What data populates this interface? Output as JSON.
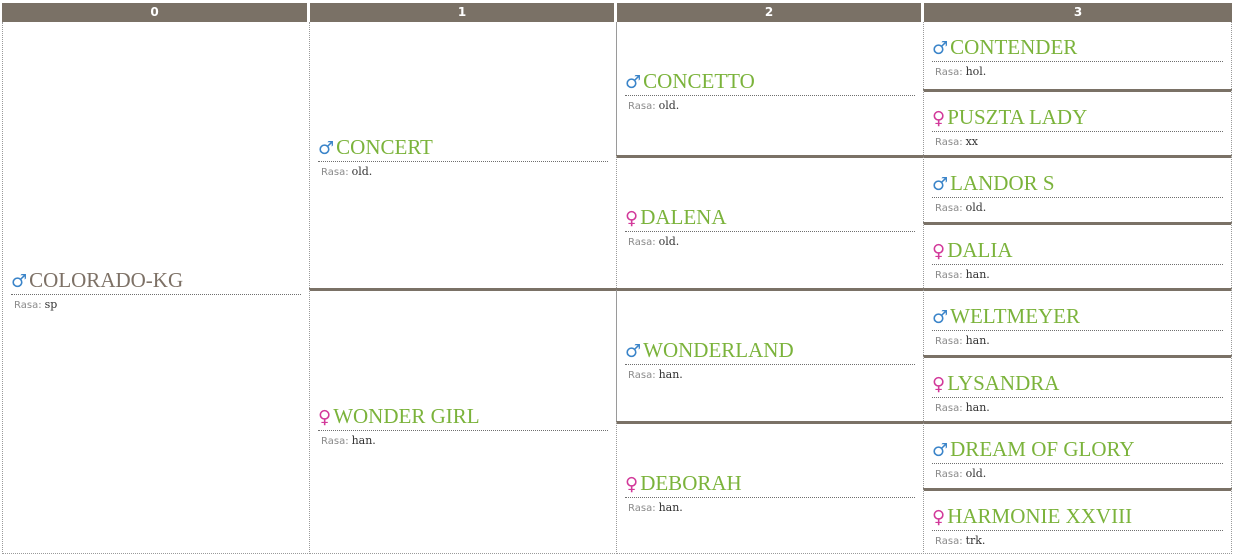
{
  "columns": [
    "0",
    "1",
    "2",
    "3"
  ],
  "breed_label": "Rasa:",
  "sex_symbols": {
    "m": "♂",
    "f": "♀"
  },
  "colors": {
    "header_bg": "#7a7166",
    "name": "#7bb33b",
    "root_name": "#7d7166",
    "male": "#3a84c9",
    "female": "#d2399a"
  },
  "horse": {
    "name": "COLORADO-KG",
    "sex": "m",
    "breed": "sp",
    "sire": {
      "name": "CONCERT",
      "sex": "m",
      "breed": "old.",
      "sire": {
        "name": "CONCETTO",
        "sex": "m",
        "breed": "old.",
        "sire": {
          "name": "CONTENDER",
          "sex": "m",
          "breed": "hol."
        },
        "dam": {
          "name": "PUSZTA LADY",
          "sex": "f",
          "breed": "xx"
        }
      },
      "dam": {
        "name": "DALENA",
        "sex": "f",
        "breed": "old.",
        "sire": {
          "name": "LANDOR S",
          "sex": "m",
          "breed": "old."
        },
        "dam": {
          "name": "DALIA",
          "sex": "f",
          "breed": "han."
        }
      }
    },
    "dam": {
      "name": "WONDER GIRL",
      "sex": "f",
      "breed": "han.",
      "sire": {
        "name": "WONDERLAND",
        "sex": "m",
        "breed": "han.",
        "sire": {
          "name": "WELTMEYER",
          "sex": "m",
          "breed": "han."
        },
        "dam": {
          "name": "LYSANDRA",
          "sex": "f",
          "breed": "han."
        }
      },
      "dam": {
        "name": "DEBORAH",
        "sex": "f",
        "breed": "han.",
        "sire": {
          "name": "DREAM OF GLORY",
          "sex": "m",
          "breed": "old."
        },
        "dam": {
          "name": "HARMONIE XXVIII",
          "sex": "f",
          "breed": "trk."
        }
      }
    }
  }
}
